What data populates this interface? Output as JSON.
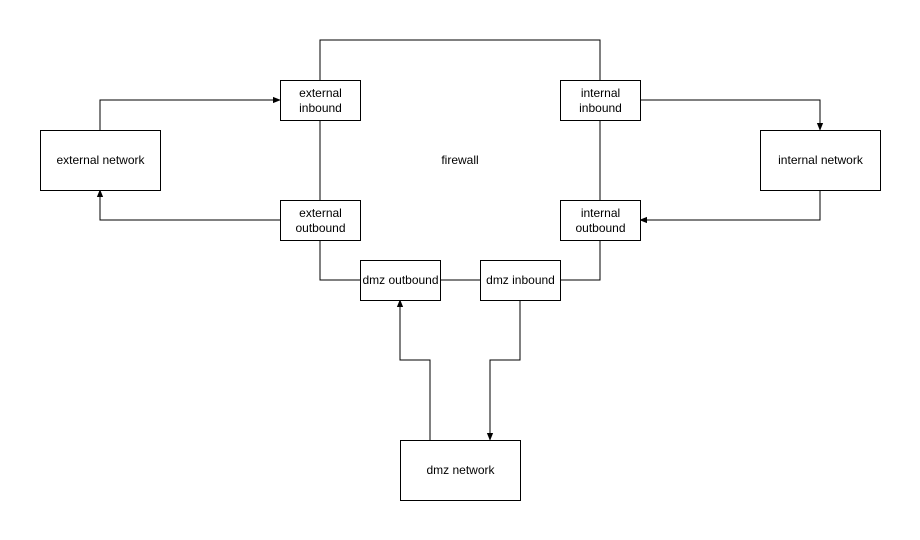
{
  "colors": {
    "stroke": "#000000",
    "fill": "#ffffff",
    "text": "#000000"
  },
  "firewall": {
    "label": "firewall"
  },
  "nodes": {
    "external_network": {
      "label": "external network"
    },
    "internal_network": {
      "label": "internal network"
    },
    "dmz_network": {
      "label": "dmz network"
    },
    "external_inbound": {
      "label": "external\ninbound"
    },
    "external_outbound": {
      "label": "external\noutbound"
    },
    "internal_inbound": {
      "label": "internal\ninbound"
    },
    "internal_outbound": {
      "label": "internal\noutbound"
    },
    "dmz_outbound": {
      "label": "dmz outbound"
    },
    "dmz_inbound": {
      "label": "dmz inbound"
    }
  }
}
